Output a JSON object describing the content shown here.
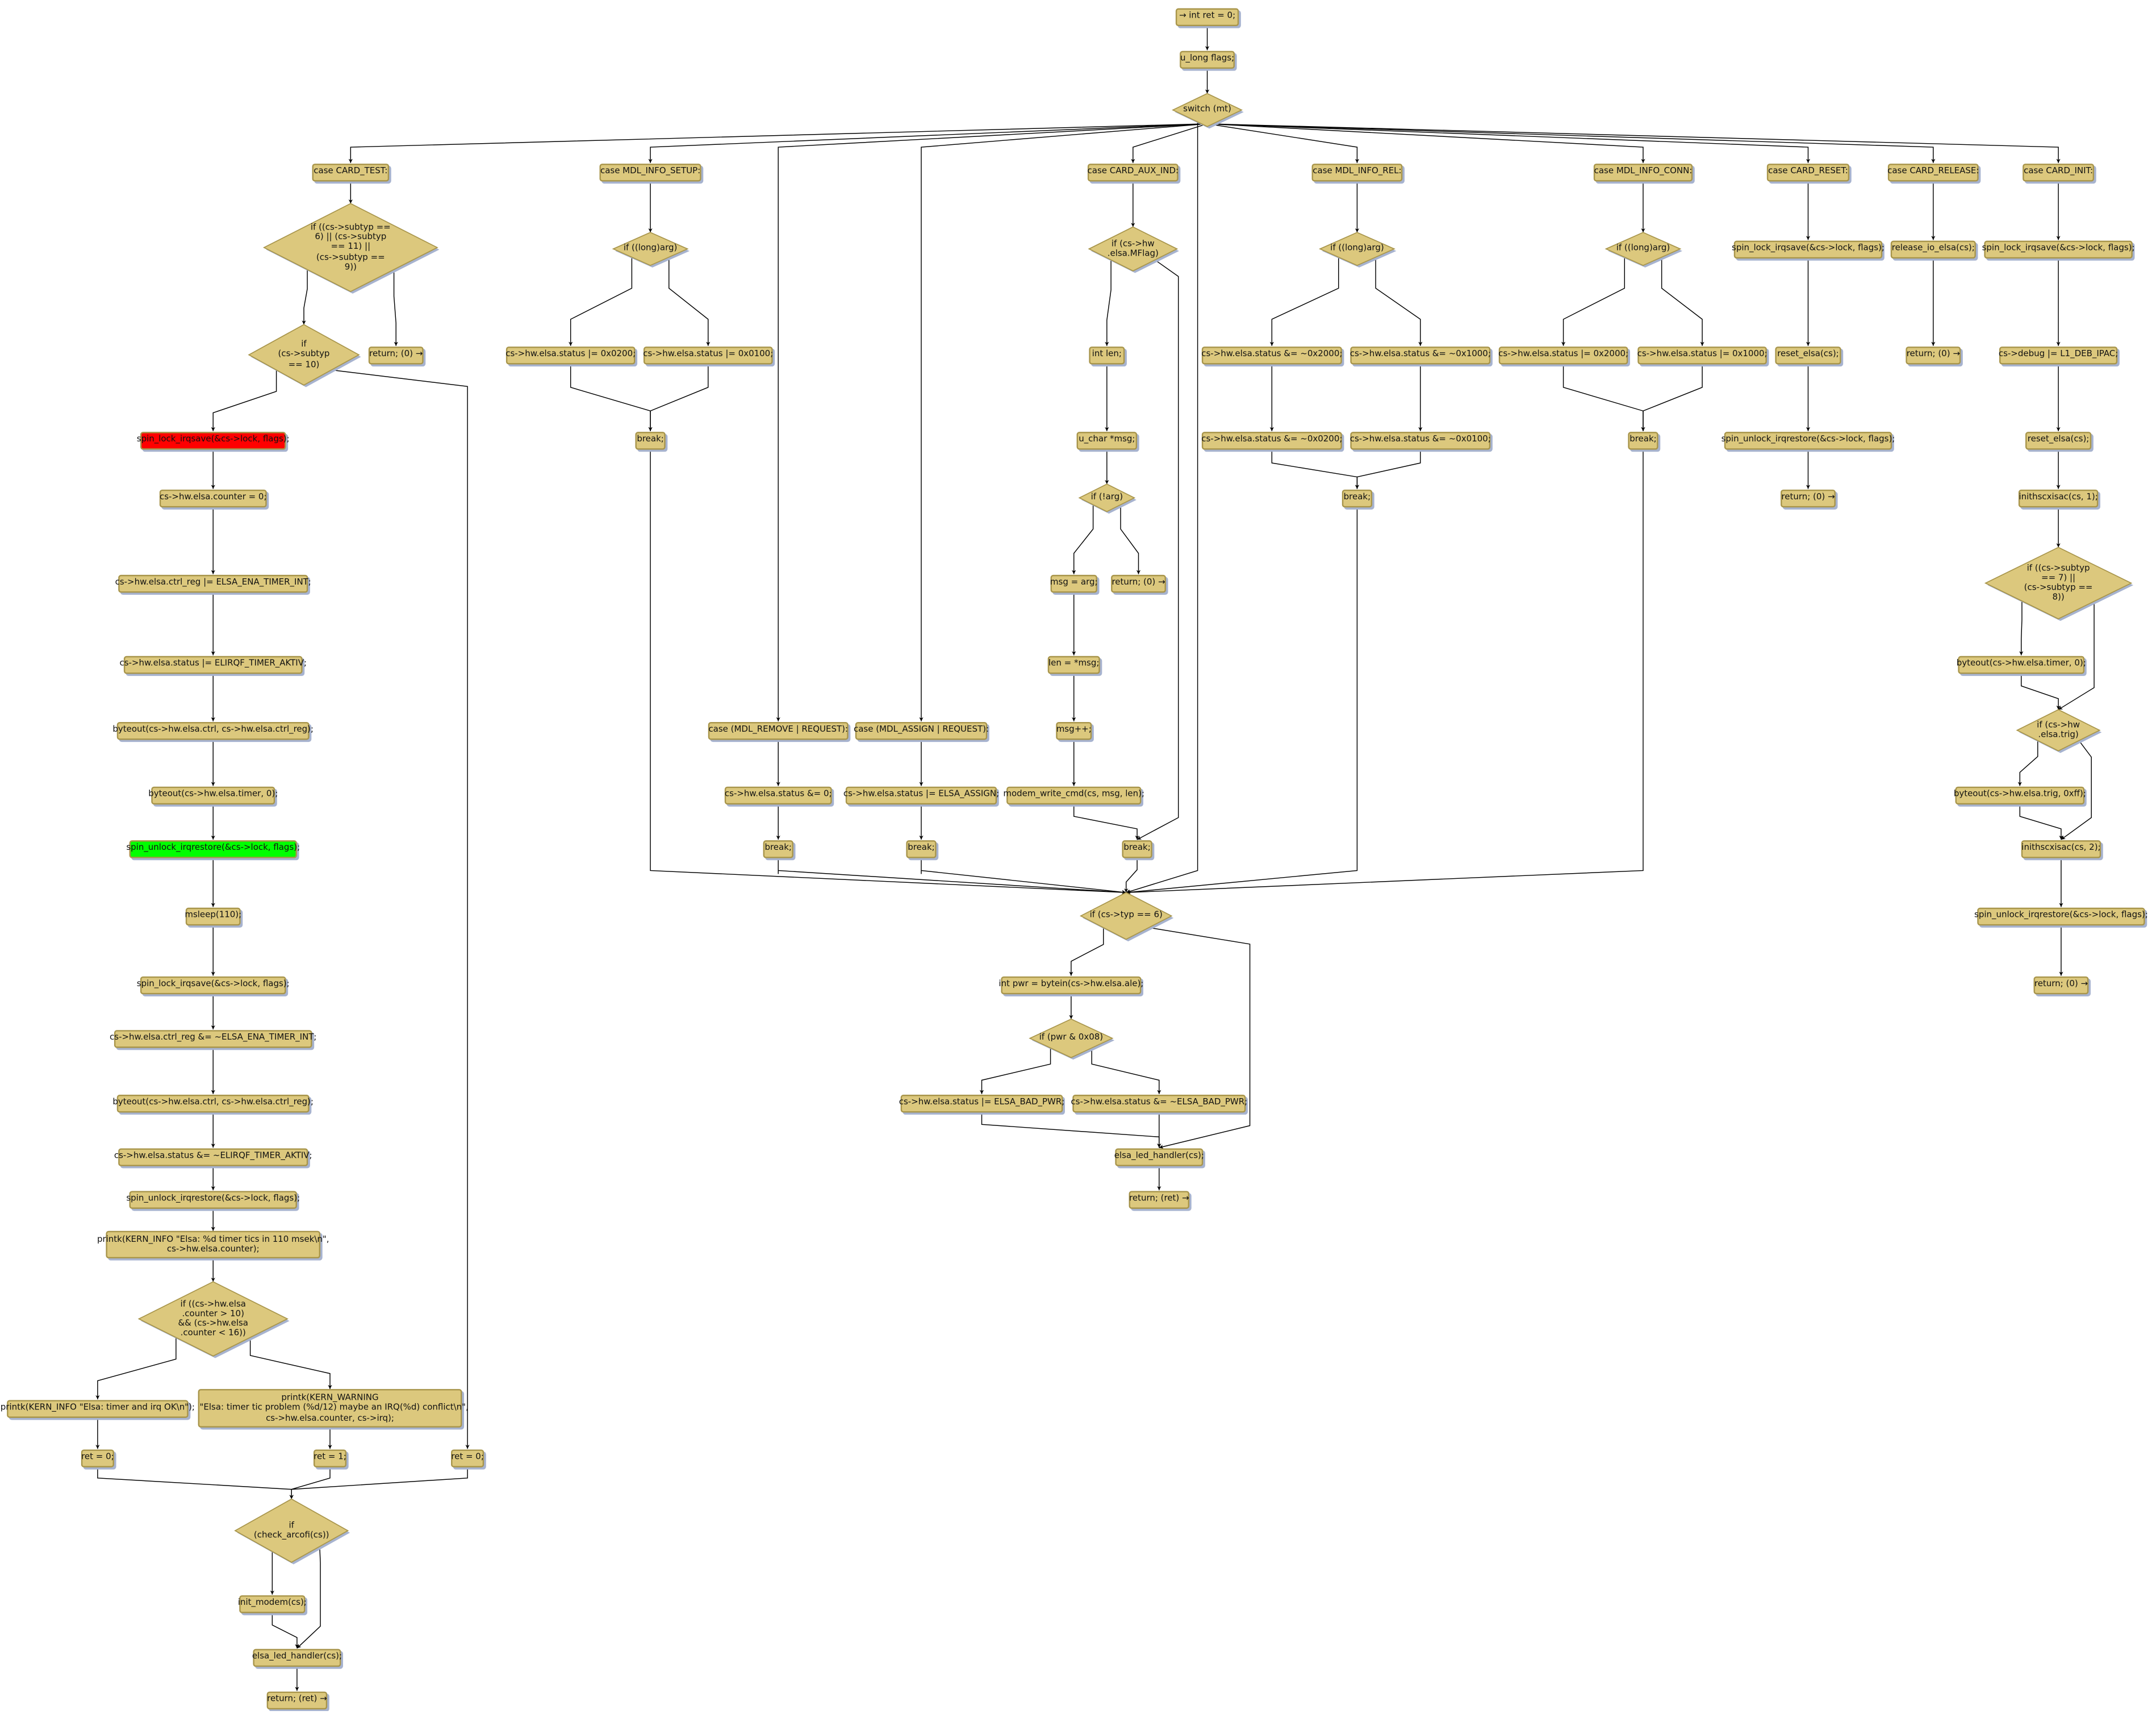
{
  "colors": {
    "node_fill": "#dcc87d",
    "node_border": "#a8954b",
    "shadow": "#a7b3cf",
    "highlight_red": "#ff0000",
    "highlight_green": "#00ff00",
    "edge": "#000000"
  },
  "nodes": {
    "n1": "→ int ret = 0;",
    "n2": "u_long flags;",
    "n3": "switch (mt)",
    "c1": "case CARD_TEST:",
    "c2": "case MDL_INFO_SETUP:",
    "c3": "case CARD_AUX_IND:",
    "c4": "case MDL_INFO_REL:",
    "c5": "case MDL_INFO_CONN:",
    "c6": "case CARD_RESET:",
    "c7": "case CARD_RELEASE:",
    "c8": "case CARD_INIT:",
    "cmr": "case (MDL_REMOVE | REQUEST):",
    "cma": "case (MDL_ASSIGN | REQUEST):",
    "d1": "if ((cs->subtyp ==\n6) || (cs->subtyp\n== 11) ||\n(cs->subtyp ==\n9))",
    "d2": "if\n(cs->subtyp\n== 10)",
    "r1": "return; (0) →",
    "t0": "spin_lock_irqsave(&cs->lock, flags);",
    "t1": "cs->hw.elsa.counter = 0;",
    "t2": "cs->hw.elsa.ctrl_reg |= ELSA_ENA_TIMER_INT;",
    "t3": "cs->hw.elsa.status |= ELIRQF_TIMER_AKTIV;",
    "t4": "byteout(cs->hw.elsa.ctrl, cs->hw.elsa.ctrl_reg);",
    "t5": "byteout(cs->hw.elsa.timer, 0);",
    "t6": "spin_unlock_irqrestore(&cs->lock, flags);",
    "t7": "msleep(110);",
    "t8": "spin_lock_irqsave(&cs->lock, flags);",
    "t9": "cs->hw.elsa.ctrl_reg &= ~ELSA_ENA_TIMER_INT;",
    "t10": "byteout(cs->hw.elsa.ctrl, cs->hw.elsa.ctrl_reg);",
    "t11": "cs->hw.elsa.status &= ~ELIRQF_TIMER_AKTIV;",
    "t12": "spin_unlock_irqrestore(&cs->lock, flags);",
    "t13": "printk(KERN_INFO \"Elsa: %d timer tics in 110 msek\\n\",\ncs->hw.elsa.counter);",
    "d3": "if ((cs->hw.elsa\n.counter > 10)\n&& (cs->hw.elsa\n.counter < 16))",
    "p1": "printk(KERN_INFO \"Elsa: timer and irq OK\\n\");",
    "p2": "printk(KERN_WARNING\n   \"Elsa: timer tic problem (%d/12) maybe an IRQ(%d) conflict\\n\",\ncs->hw.elsa.counter, cs->irq);",
    "ra": "ret = 0;",
    "rb": "ret = 1;",
    "rc": "ret = 0;",
    "d4": "if\n(check_arcofi(cs))",
    "im": "init_modem(cs);",
    "l1": "elsa_led_handler(cs);",
    "e1": "return; (ret) →",
    "s1": "if ((long)arg)",
    "s2a": "cs->hw.elsa.status |= 0x0200;",
    "s2b": "cs->hw.elsa.status |= 0x0100;",
    "sbrk": "break;",
    "mr1": "cs->hw.elsa.status &= 0;",
    "mrbrk": "break;",
    "ma1": "cs->hw.elsa.status |= ELSA_ASSIGN;",
    "mabrk": "break;",
    "a1": "if (cs->hw\n.elsa.MFlag)",
    "a2": "int len;",
    "a3": "u_char *msg;",
    "a4": "if (!arg)",
    "a5": "msg = arg;",
    "a6": "return; (0) →",
    "a7": "len = *msg;",
    "a8": "msg++;",
    "a9": "modem_write_cmd(cs, msg, len);",
    "abrk": "break;",
    "rd": "if ((long)arg)",
    "r1a": "cs->hw.elsa.status &= ~0x2000;",
    "r1b": "cs->hw.elsa.status &= ~0x1000;",
    "r2a": "cs->hw.elsa.status &= ~0x0200;",
    "r2b": "cs->hw.elsa.status &= ~0x0100;",
    "rbrk": "break;",
    "cd": "if ((long)arg)",
    "cn1": "cs->hw.elsa.status |= 0x2000;",
    "cn2": "cs->hw.elsa.status |= 0x1000;",
    "cbrk": "break;",
    "rs1": "spin_lock_irqsave(&cs->lock, flags);",
    "rs2": "reset_elsa(cs);",
    "rs3": "spin_unlock_irqrestore(&cs->lock, flags);",
    "rs4": "return; (0) →",
    "rl1": "release_io_elsa(cs);",
    "rl2": "return; (0) →",
    "i1": "spin_lock_irqsave(&cs->lock, flags);",
    "i2": "cs->debug |= L1_DEB_IPAC;",
    "i3": "reset_elsa(cs);",
    "i4": "inithscxisac(cs, 1);",
    "id1": "if ((cs->subtyp\n== 7) ||\n(cs->subtyp ==\n8))",
    "i5": "byteout(cs->hw.elsa.timer, 0);",
    "id2": "if (cs->hw\n.elsa.trig)",
    "i6": "byteout(cs->hw.elsa.trig, 0xff);",
    "i7": "inithscxisac(cs, 2);",
    "i8": "spin_unlock_irqrestore(&cs->lock, flags);",
    "i9": "return; (0) →",
    "m1": "if (cs->typ == 6)",
    "b1": "int pwr = bytein(cs->hw.elsa.ale);",
    "bd": "if (pwr & 0x08)",
    "b2": "cs->hw.elsa.status |= ELSA_BAD_PWR;",
    "b3": "cs->hw.elsa.status &= ~ELSA_BAD_PWR;",
    "bl": "elsa_led_handler(cs);",
    "br": "return; (ret) →"
  }
}
